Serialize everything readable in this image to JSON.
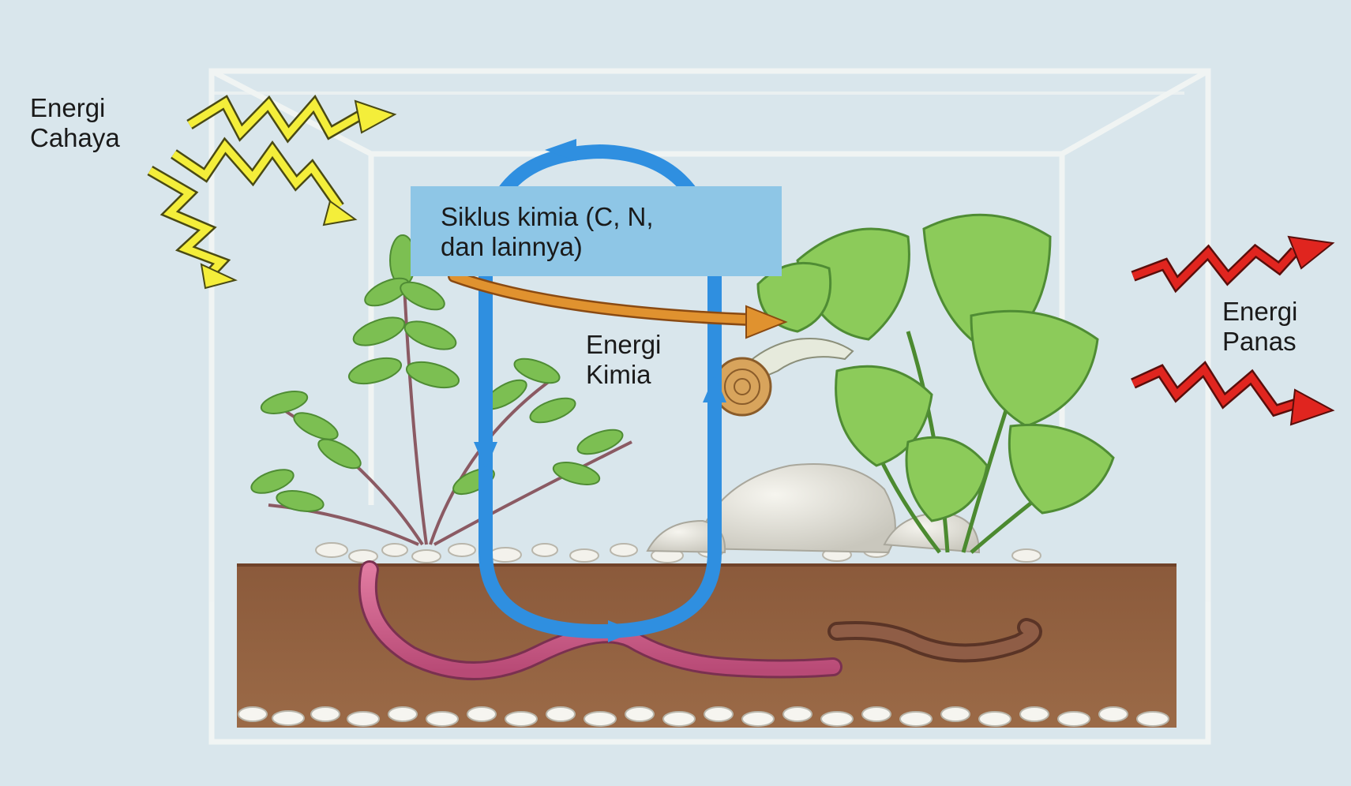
{
  "labels": {
    "light_energy": [
      "Energi",
      "Cahaya"
    ],
    "chemical_energy": [
      "Energi",
      "Kimia"
    ],
    "heat_energy": [
      "Energi",
      "Panas"
    ],
    "chemical_cycle": [
      "Siklus kimia (C, N,",
      "dan lainnya)"
    ]
  },
  "colors": {
    "background": "#d9e6ec",
    "light_arrows": "#f4ee3a",
    "heat_arrows": "#e0251f",
    "cycle_arrow": "#2f8fe0",
    "energy_flow_arrow": "#d98a2c",
    "soil": "#8a5a3c",
    "box": "#8ec6e6"
  }
}
